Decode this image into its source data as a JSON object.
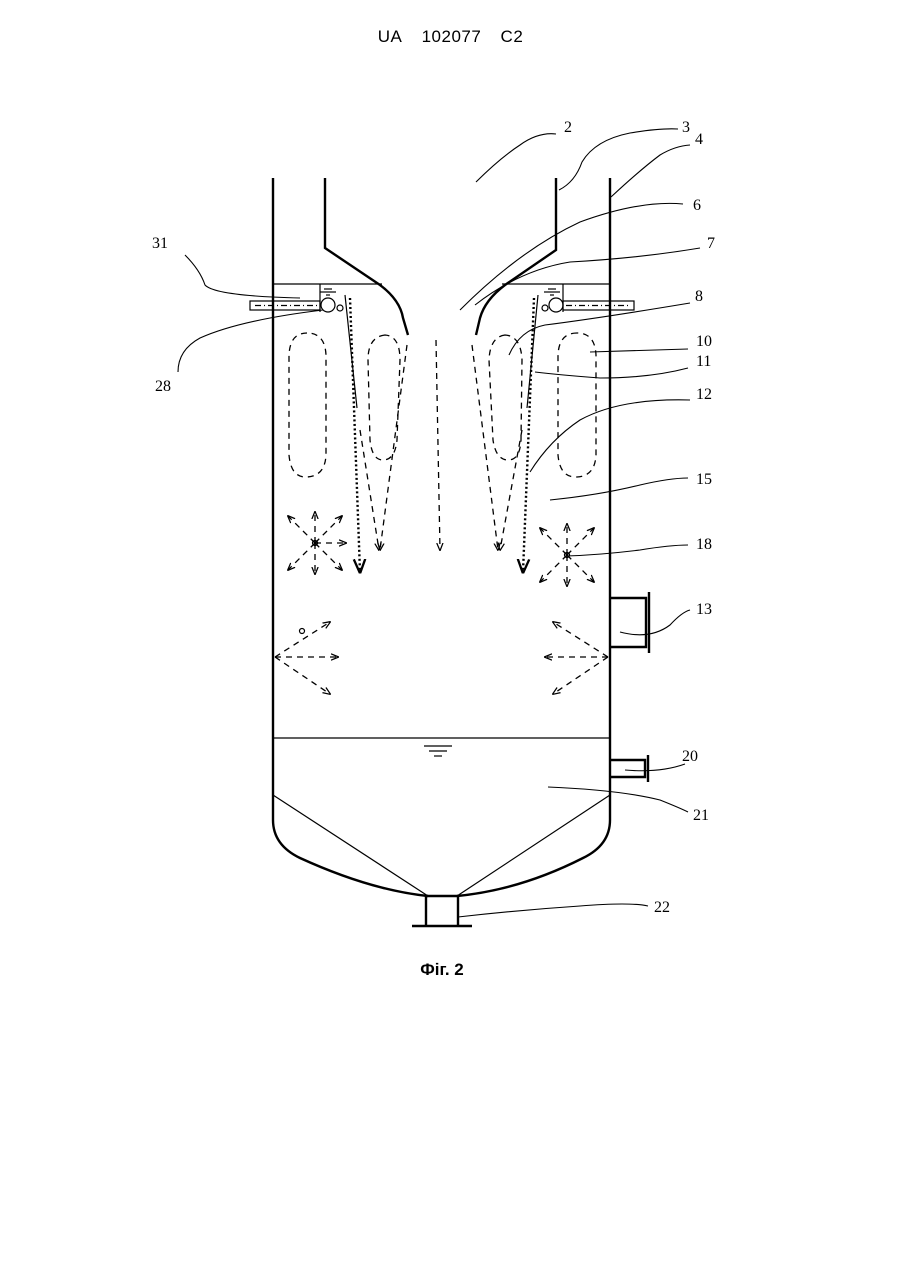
{
  "header": {
    "country": "UA",
    "number": "102077",
    "kind": "C2"
  },
  "figure": {
    "caption": "Фіг. 2",
    "labels": {
      "l2": "2",
      "l3": "3",
      "l4": "4",
      "l6": "6",
      "l7": "7",
      "l8": "8",
      "l10": "10",
      "l11": "11",
      "l12": "12",
      "l13": "13",
      "l15": "15",
      "l18": "18",
      "l20": "20",
      "l21": "21",
      "l22": "22",
      "l28": "28",
      "l31": "31"
    }
  }
}
